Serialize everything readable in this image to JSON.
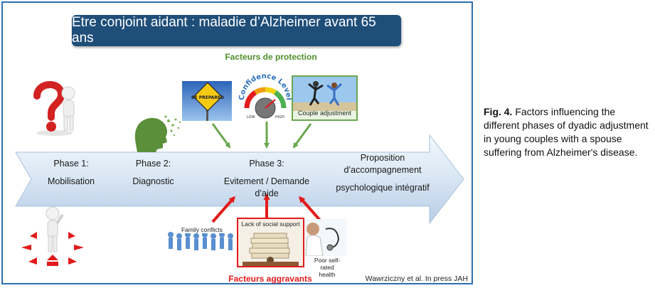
{
  "title": "Etre conjoint aidant : maladie d’Alzheimer avant 65 ans",
  "protection_label": "Facteurs de protection",
  "aggravants_label": "Facteurs aggravants",
  "citation": "Wawrziczny et al. In press JAH",
  "phases": [
    {
      "line1": "Phase 1:",
      "line2": "Mobilisation"
    },
    {
      "line1": "Phase 2:",
      "line2": "Diagnostic"
    },
    {
      "line1": "Phase 3:",
      "line2": "Evitement / Demande d’aide"
    },
    {
      "line1": "Proposition",
      "line2": "d’accompagnement",
      "line3": "psychologique intégratif"
    }
  ],
  "protection_factors": {
    "sign_text": "BE PREPARED",
    "gauge_title": "Confidence Level",
    "gauge_low": "LOW",
    "gauge_high": "HIGH",
    "couple_caption": "Couple adjustment"
  },
  "aggravating_factors": {
    "family_caption": "Family conflicts",
    "social_caption": "Lack of social support",
    "health_caption": "Poor self-rated health"
  },
  "caption": {
    "label": "Fig. 4.",
    "text": "Factors influencing the different phases of dyadic adjustment in young couples with a spouse suffering from Alzheimer's disease."
  },
  "colors": {
    "frame": "#2e6fb3",
    "title_bg": "#1f4e79",
    "protection": "#4f8f2a",
    "aggravating": "#e21b1b",
    "green_arrow": "#6aa84f",
    "red_arrow": "#e21b1b"
  }
}
